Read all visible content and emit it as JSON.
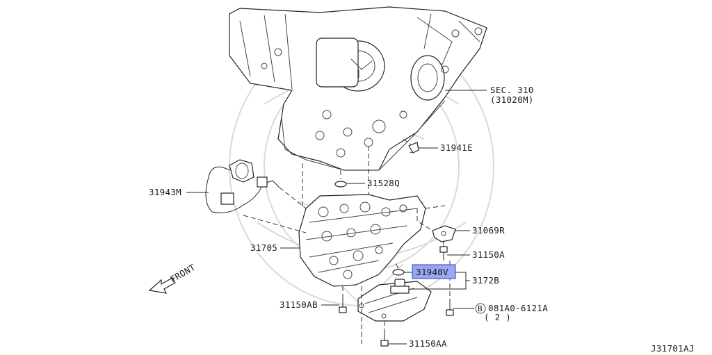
{
  "diagram_id": "J31701AJ",
  "callouts": {
    "sec310": "SEC. 310",
    "sec310_ref": "(31020M)",
    "p31941E": "31941E",
    "p31943M": "31943M",
    "p31528Q": "31528Q",
    "p31069R": "31069R",
    "p31705": "31705",
    "p31150A": "31150A",
    "p31940V": "31940V",
    "p3172B": "3172B",
    "p31150AB": "31150AB",
    "bolt_circle": "B",
    "bolt_part": "081A0-6121A",
    "bolt_qty": "( 2 )",
    "p31150AA": "31150AA"
  },
  "front_label": "FRONT",
  "highlight_color": "#9aa6f2"
}
